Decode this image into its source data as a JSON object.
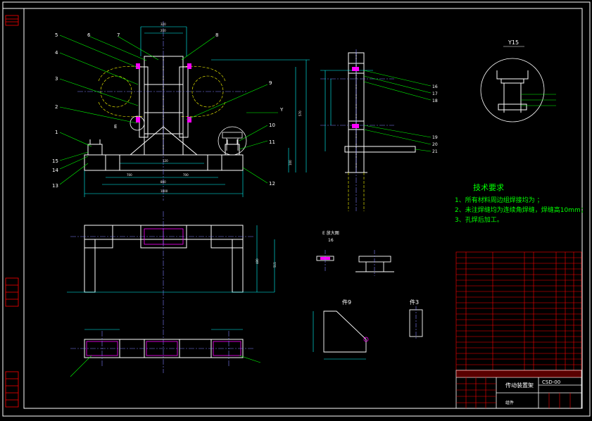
{
  "colors": {
    "background": "#000000",
    "frame": "#ffffff",
    "leader": "#00ff00",
    "dimension": "#00ffff",
    "center": "#7f7fff",
    "text": "#ffffff",
    "tech_text": "#00ff00",
    "hatch": "#ff00ff",
    "hidden": "#ffff00",
    "table_red": "#ff0000",
    "table_text": "#ffffff"
  },
  "balloons": {
    "left": [
      "1",
      "2",
      "3",
      "4",
      "5",
      "15",
      "14",
      "13"
    ],
    "top": [
      "6",
      "7",
      "8"
    ],
    "right": [
      "9",
      "10",
      "11",
      "12"
    ],
    "side_view": [
      "16",
      "17",
      "18",
      "19",
      "20",
      "21"
    ]
  },
  "views": {
    "detail_y_label": "Y15",
    "y_marker": "Y",
    "e_marker": "E",
    "e_view_label": "E 放大图",
    "e_scale": "16",
    "part9_label": "件9",
    "part3_label": "件3"
  },
  "tech_requirements": {
    "title": "技术要求",
    "items": [
      "1、所有材料周边组焊接均为    ；",
      "2、未注焊缝均为连续角焊缝，焊缝高10mm；",
      "3、孔焊后加工。"
    ]
  },
  "title_block": {
    "drawing_no": "CSD-00",
    "title": "传动装置架",
    "subtitle": "组件"
  }
}
